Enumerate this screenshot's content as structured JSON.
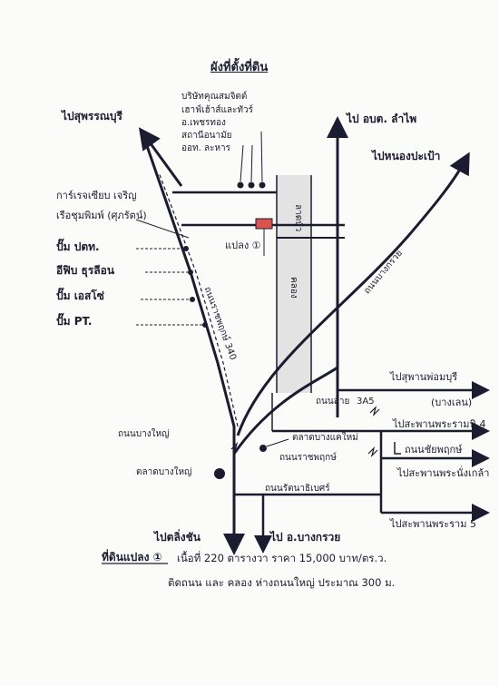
{
  "map": {
    "title": "ผังที่ตั้งที่ดิน",
    "destinations": {
      "top_left": "ไปสุพรรณบุรี",
      "top_center": "ไป อบต. ลำไพ",
      "top_right": "ไปหนองปะเป้า",
      "right_1": "ไปสุพานพ่อมบุรี",
      "right_1b": "(บางเลน)",
      "right_2": "ไปสะพานพระรามนิ 4",
      "right_3": "ไปสะพานพระนั่งเกล้า",
      "right_4": "ไปสะพานพระราม 5",
      "bottom_left": "ไปตลิ่งชัน",
      "bottom_center": "ไป อ.บางกรวย"
    },
    "landmarks": {
      "group_1": "บริษัทคุณสมจิตต์",
      "group_2": "เฮาฟ์เฮ้าส์และทัวร์",
      "group_3": "อ.เพชรทอง",
      "group_4": "สถานีอนามัย",
      "group_5": "ออท. ละหาร",
      "left_1": "การ์เรจเซียบ เจริญ",
      "left_2": "เรือชุมพิมพ์ (ศุภรัตน์)",
      "left_3": "ปั๊ม ปตท.",
      "left_4": "อีฟิบ ธุรลีอน",
      "left_5": "ปั๊ม เอสโซ่",
      "left_6": "ปั๊ม PT.",
      "market_1": "ตลาดบางแคใหม่",
      "market_2": "ตลาดบางใหญ่",
      "plot": "แปลง ①"
    },
    "roads": {
      "road_main_diag": "ถนนราชพฤกษ์ 340",
      "road_canal": "ลาดบัว",
      "road_canal_2": "คลอง",
      "road_right_diag": "ถนนบางกรวย",
      "road_bangyai": "ถนนบางใหญ่",
      "road_sai": "ถนนสาย",
      "road_sai_num": "3A5",
      "road_ratchaphruek": "ถนนราชพฤกษ์",
      "road_chaiyaphruek": "ถนนชัยพฤกษ์",
      "road_bottom": "ถนนรัตนาธิเบศร์"
    },
    "note": {
      "label": "ที่ดินแปลง ①",
      "line1": "เนื้อที่ 220 ตารางวา ราคา 15,000 บาท/ตร.ว.",
      "line2": "ติดถนน และ คลอง ห่างถนนใหญ่ ประมาณ 300 ม."
    },
    "colors": {
      "ink": "#1c1c30",
      "plot_fill": "#d9534f",
      "canal_shade": "#cfcfcf"
    }
  }
}
